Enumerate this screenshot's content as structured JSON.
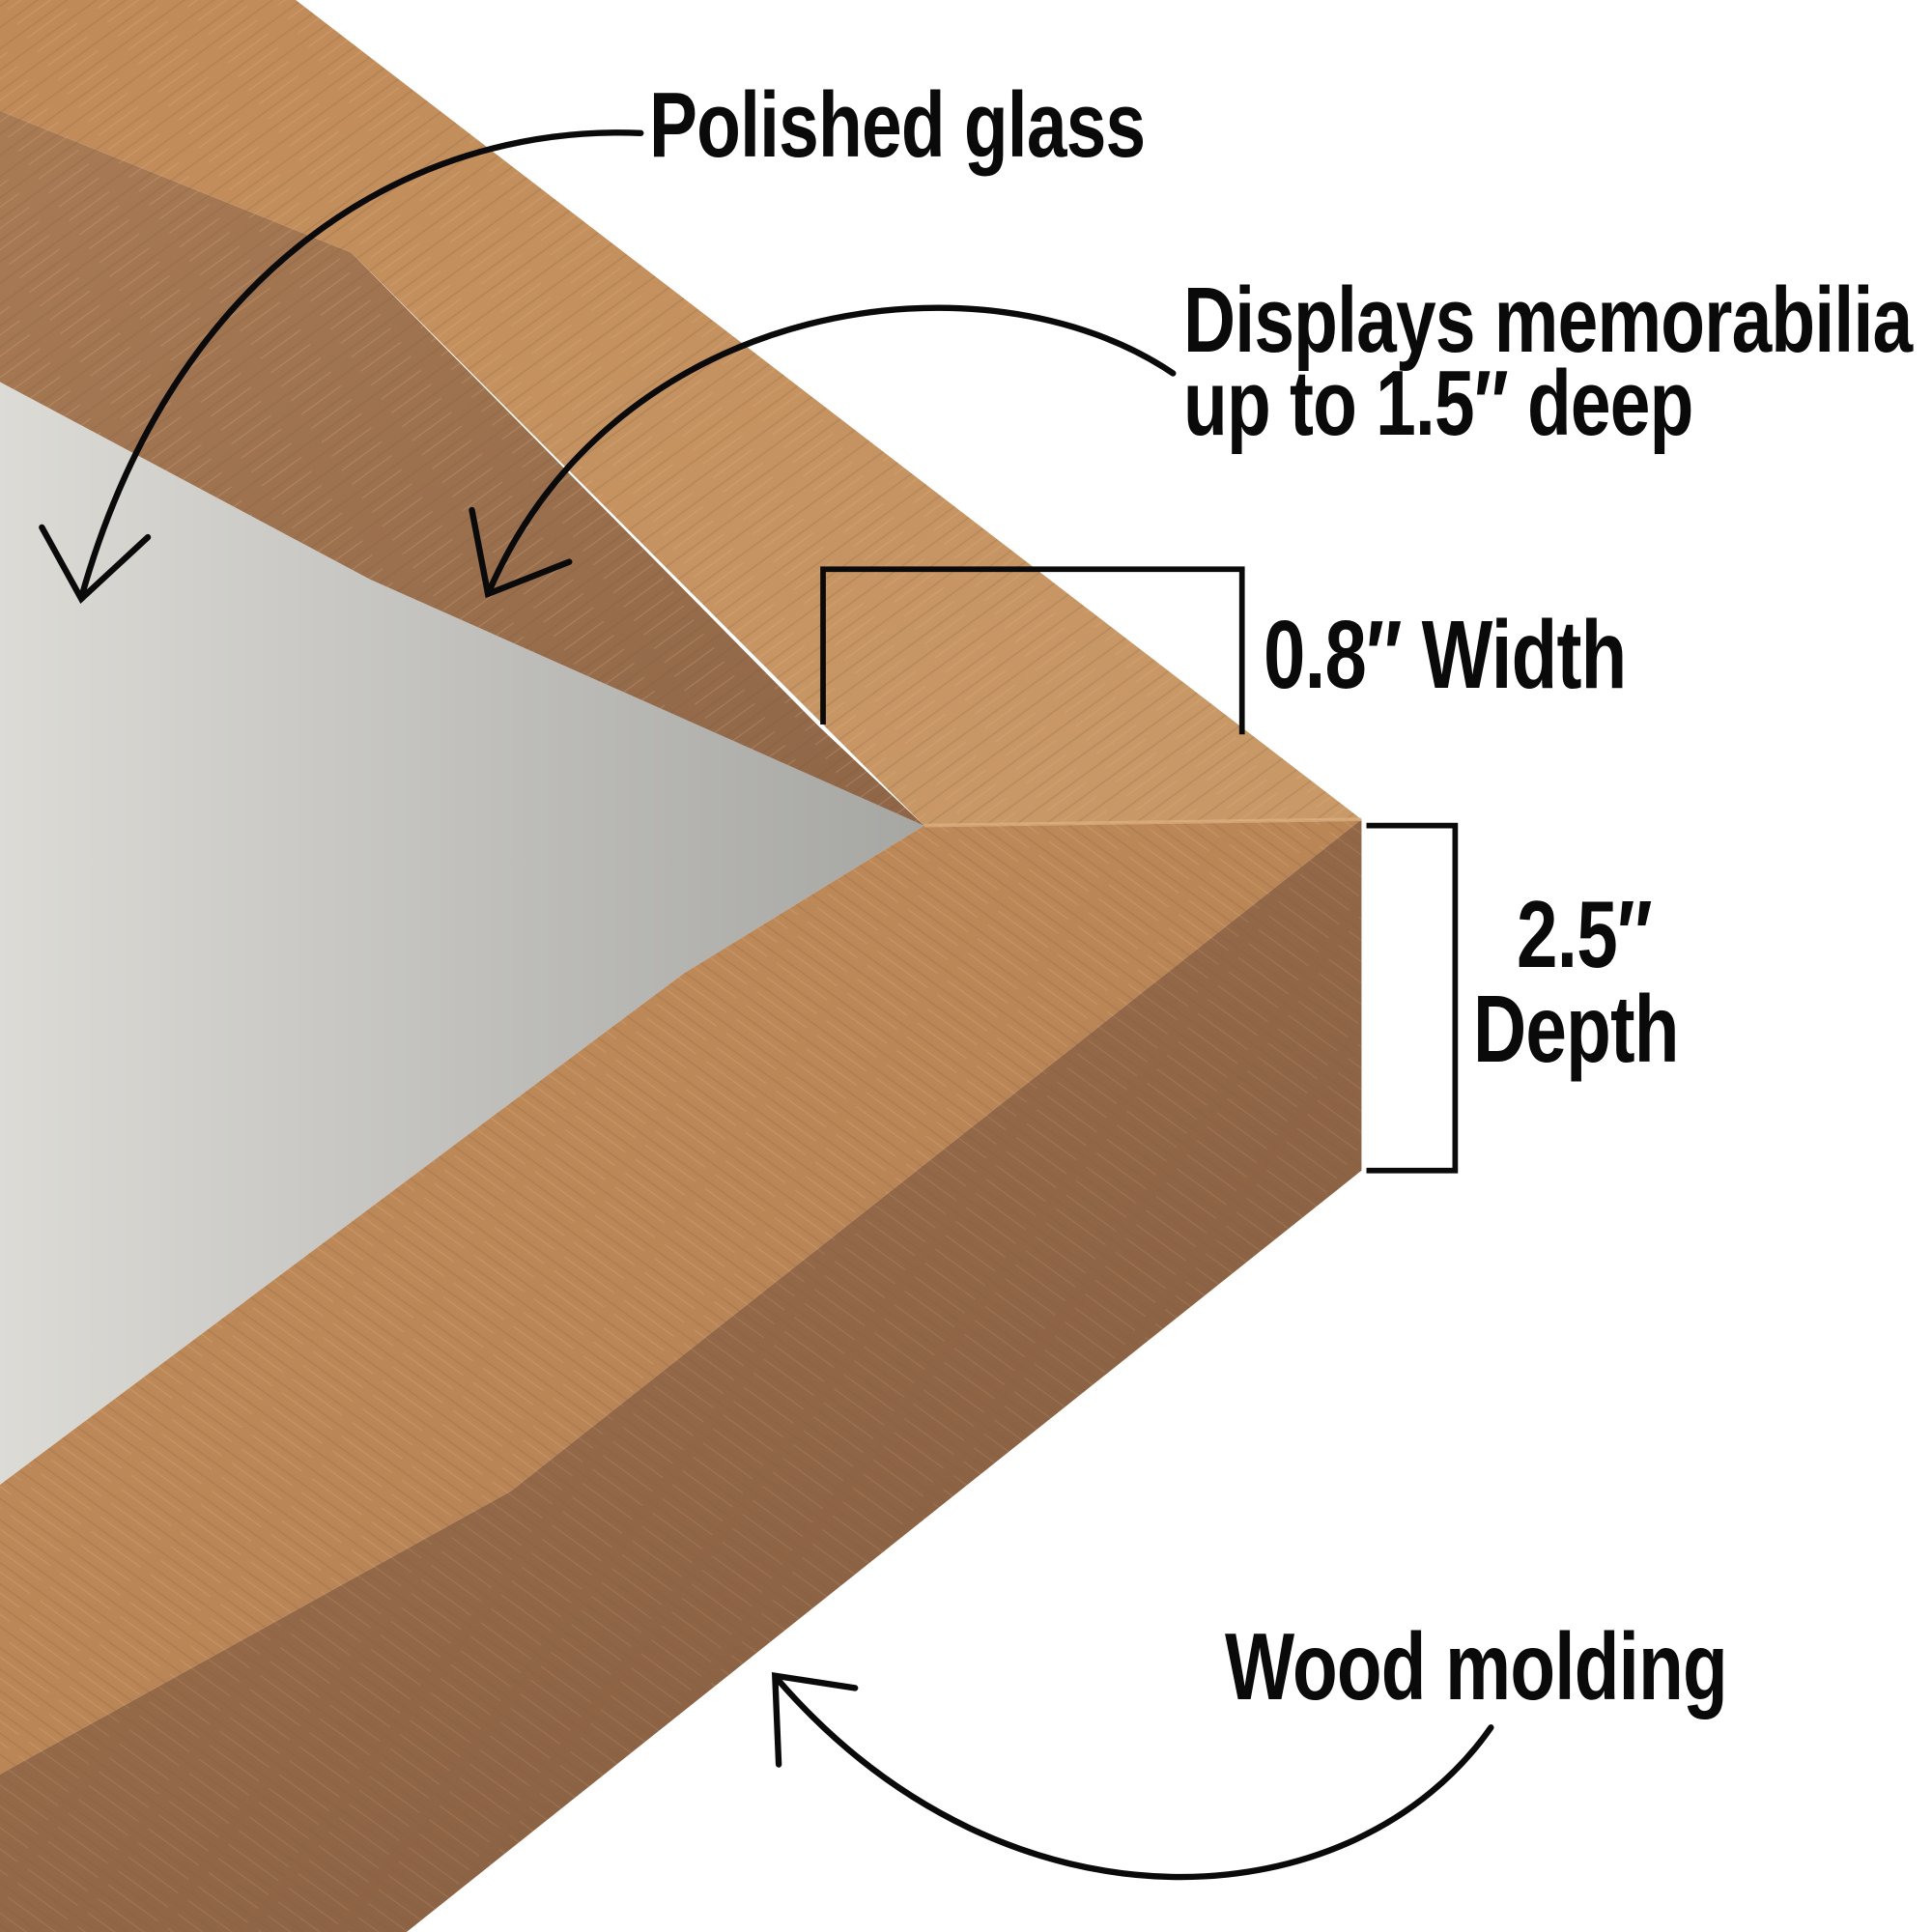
{
  "image": {
    "subject": "wood shadow box frame corner",
    "colors": {
      "background": "#ffffff",
      "wood_light": "#c9935f",
      "wood_mid": "#b3804f",
      "wood_dark": "#9a6c44",
      "wood_side": "#8f6443",
      "glass_gray": "#a9a9a6",
      "backing_light": "#d9d8d4",
      "ink": "#0a0a0a"
    }
  },
  "callouts": {
    "polished_glass": "Polished glass",
    "memorabilia_line1": "Displays memorabilia",
    "memorabilia_line2": "up to 1.5″ deep",
    "width": "0.8″ Width",
    "depth_line1": "2.5″",
    "depth_line2": "Depth",
    "wood_molding": "Wood molding"
  }
}
